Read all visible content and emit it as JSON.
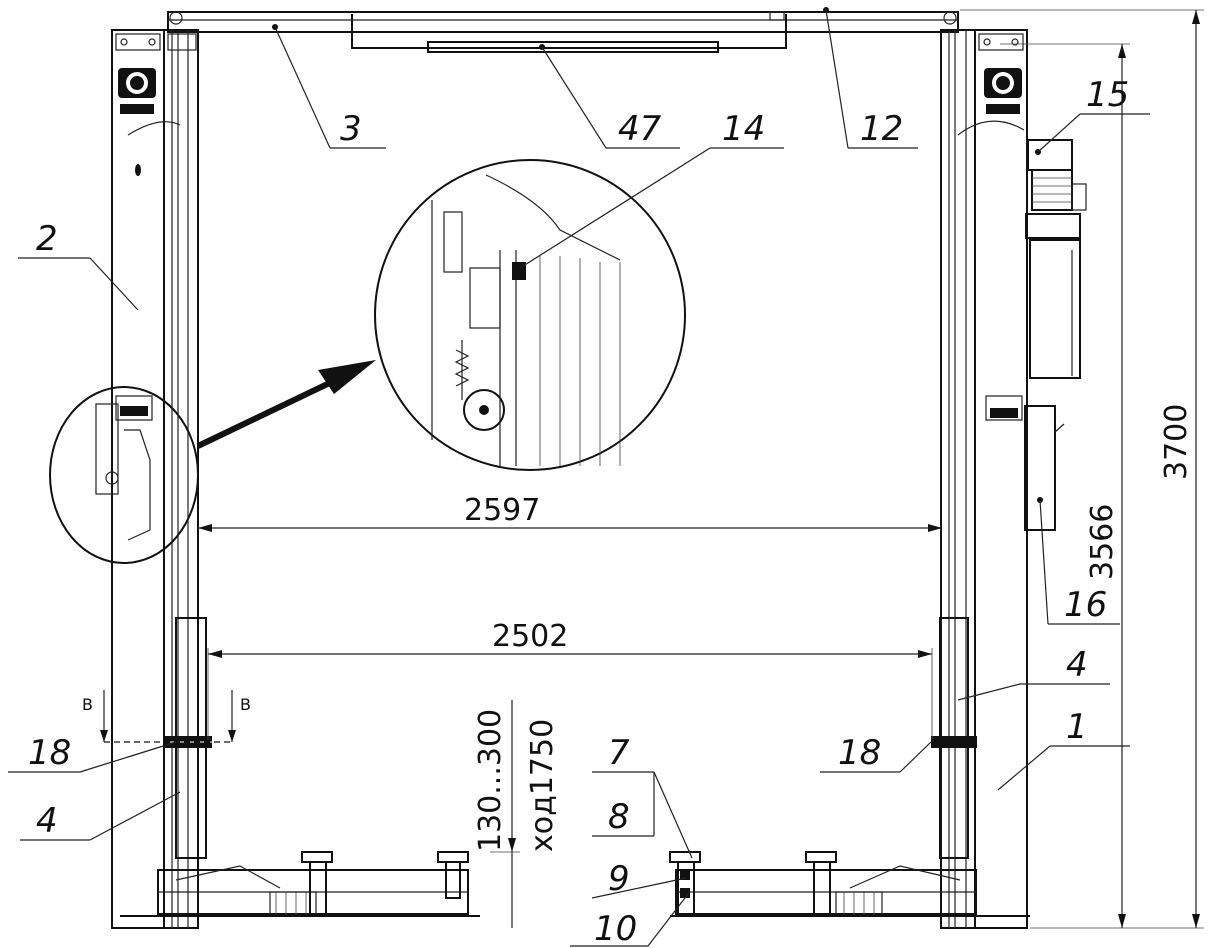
{
  "callouts": {
    "c1": "1",
    "c2": "2",
    "c3": "3",
    "c4a": "4",
    "c4b": "4",
    "c7": "7",
    "c8": "8",
    "c9": "9",
    "c10": "10",
    "c12": "12",
    "c14": "14",
    "c15": "15",
    "c16": "16",
    "c18a": "18",
    "c18b": "18",
    "c47": "47"
  },
  "dimensions": {
    "width_inner": "2597",
    "width_floor": "2502",
    "height_total": "3700",
    "height_clear": "3566",
    "pad_range": "130...300",
    "stroke": "ход1750"
  },
  "section_marks": {
    "left": "B",
    "right": "B"
  }
}
